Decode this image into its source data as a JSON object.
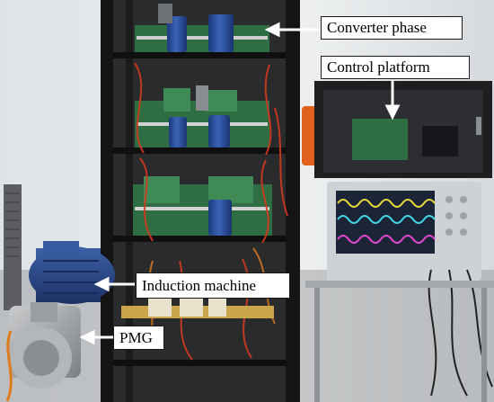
{
  "labels": {
    "converter_phase": "Converter phase",
    "control_platform": "Control platform",
    "induction_machine": "Induction machine",
    "pmg": "PMG"
  },
  "colors": {
    "wall": "#e9ecee",
    "rack_frame": "#141414",
    "capacitor_blue": "#2a4d9c",
    "pcb_green": "#2f6d43",
    "motor_blue": "#2b4a8c",
    "scope_screen": "#1c2438",
    "trace_yellow": "#e8d83a",
    "trace_cyan": "#3fd6e6",
    "trace_magenta": "#e04ad0",
    "label_border": "#1a1a1a"
  }
}
